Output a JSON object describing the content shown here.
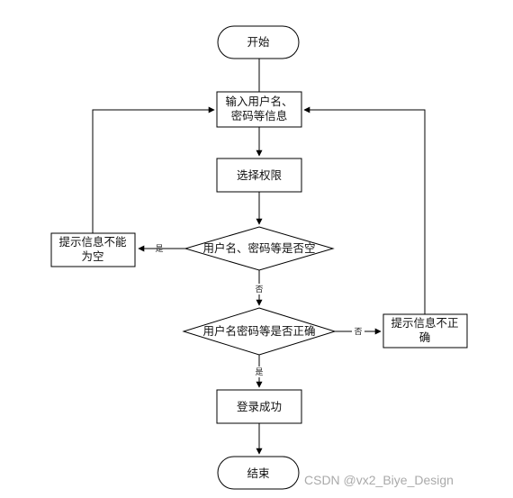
{
  "diagram": {
    "nodes": {
      "start": "开始",
      "input_line1": "输入用户名、",
      "input_line2": "密码等信息",
      "select_permission": "选择权限",
      "check_empty": "用户名、密码等是否空",
      "check_correct": "用户名密码等是否正确",
      "success": "登录成功",
      "end": "结束",
      "empty_tip_line1": "提示信息不能",
      "empty_tip_line2": "为空",
      "wrong_tip_line1": "提示信息不正",
      "wrong_tip_line2": "确"
    },
    "edge_labels": {
      "empty_yes": "是",
      "empty_no": "否",
      "correct_no": "否",
      "correct_yes": "是"
    }
  },
  "watermark": "CSDN @vx2_Biye_Design"
}
